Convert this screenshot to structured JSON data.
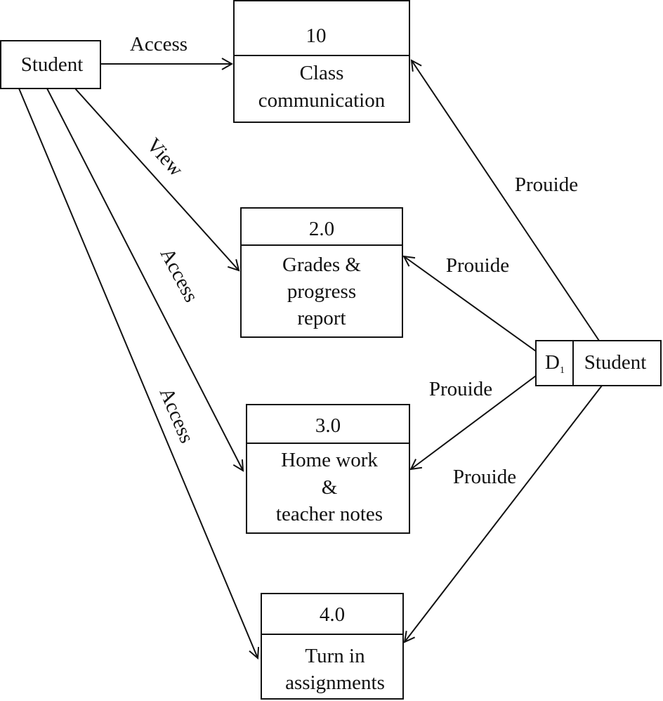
{
  "external_entity": {
    "label": "Student"
  },
  "processes": [
    {
      "number": "10",
      "lines": [
        "Class",
        "communication"
      ]
    },
    {
      "number": "2.0",
      "lines": [
        "Grades &",
        "progress",
        "report"
      ]
    },
    {
      "number": "3.0",
      "lines": [
        "Home work",
        "&",
        "teacher notes"
      ]
    },
    {
      "number": "4.0",
      "lines": [
        "Turn in",
        "assignments"
      ]
    }
  ],
  "data_store": {
    "id": "D",
    "id_subscript": "1",
    "label": "Student"
  },
  "flows": {
    "student_to_p1": "Access",
    "student_to_p2": "View",
    "student_to_p3": "Access",
    "student_to_p4": "Access",
    "store_to_p1": "Prouide",
    "store_to_p2": "Prouide",
    "store_to_p3": "Prouide",
    "store_to_p4": "Prouide"
  }
}
